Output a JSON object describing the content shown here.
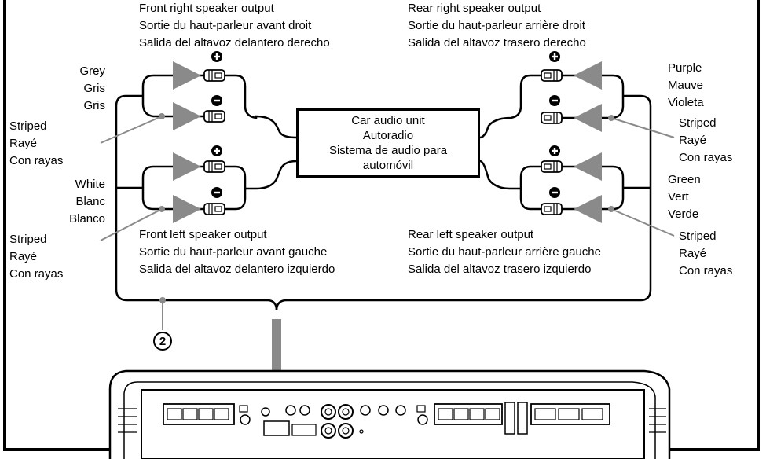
{
  "unit": [
    "Car audio unit",
    "Autoradio",
    "Sistema de audio para",
    "automóvil"
  ],
  "front_right": [
    "Front right speaker output",
    "Sortie du haut-parleur avant droit",
    "Salida del altavoz delantero derecho"
  ],
  "rear_right": [
    "Rear right speaker output",
    "Sortie du haut-parleur arrière droit",
    "Salida del altavoz trasero derecho"
  ],
  "front_left": [
    "Front left speaker output",
    "Sortie du haut-parleur avant gauche",
    "Salida del altavoz delantero izquierdo"
  ],
  "rear_left": [
    "Rear left speaker output",
    "Sortie du haut-parleur arrière gauche",
    "Salida del altavoz trasero izquierdo"
  ],
  "grey": [
    "Grey",
    "Gris",
    "Gris"
  ],
  "white": [
    "White",
    "Blanc",
    "Blanco"
  ],
  "purple": [
    "Purple",
    "Mauve",
    "Violeta"
  ],
  "green": [
    "Green",
    "Vert",
    "Verde"
  ],
  "striped": [
    "Striped",
    "Rayé",
    "Con rayas"
  ],
  "callout": "2",
  "colors": {
    "arrow": "#8a8a8a",
    "line": "#000000"
  }
}
